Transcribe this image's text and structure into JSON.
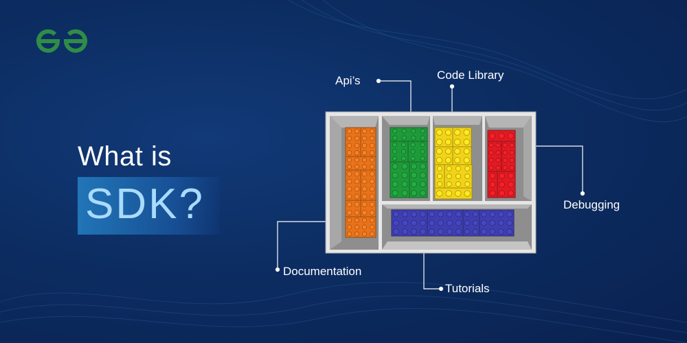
{
  "title": {
    "line1": "What is",
    "line2": "SDK?"
  },
  "labels": {
    "apis": "Api’s",
    "code_library": "Code Library",
    "debugging": "Debugging",
    "documentation": "Documentation",
    "tutorials": "Tutorials"
  },
  "brand": {
    "logo_icon": "gfg-logo-icon",
    "green": "#2f8d46"
  },
  "colors": {
    "background": "#0c2d62",
    "title_highlight": "#a9dbff",
    "orange": "#e8731c",
    "green": "#1f9a3a",
    "yellow": "#f2d21a",
    "red": "#e01b24",
    "blue": "#3f3fb0"
  }
}
